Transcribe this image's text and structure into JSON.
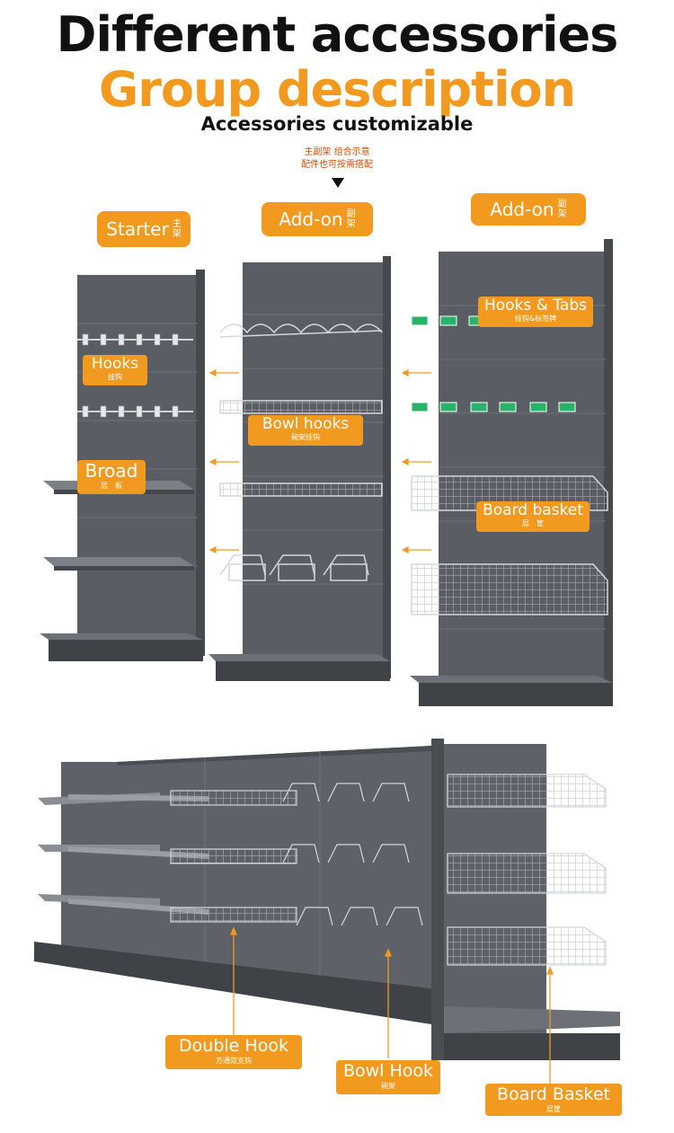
{
  "header": {
    "title_line1": "Different accessories",
    "title_line2": "Group description",
    "subtitle": "Accessories customizable",
    "note_line1": "主副架 组合示意",
    "note_line2": "配件也可按需搭配"
  },
  "top_labels": [
    {
      "text": "Starter",
      "cn1": "主",
      "cn2": "架"
    },
    {
      "text": "Add-on",
      "cn1": "副",
      "cn2": "架"
    },
    {
      "text": "Add-on",
      "cn1": "副",
      "cn2": "架"
    }
  ],
  "accessory_labels": {
    "hooks": {
      "en": "Hooks",
      "cn": "挂钩"
    },
    "broad": {
      "en": "Broad",
      "cn": "层　板"
    },
    "bowl_hooks": {
      "en": "Bowl hooks",
      "cn": "碗架挂钩"
    },
    "hooks_tabs": {
      "en": "Hooks & Tabs",
      "cn": "挂钩&标签牌"
    },
    "board_basket_top": {
      "en": "Board basket",
      "cn": "层　筐"
    }
  },
  "bottom_labels": {
    "double_hook": {
      "en": "Double Hook",
      "cn": "方通双支钩"
    },
    "bowl_hook": {
      "en": "Bowl Hook",
      "cn": "碗架"
    },
    "board_basket": {
      "en": "Board Basket",
      "cn": "层筐"
    }
  },
  "colors": {
    "accent": "#f29a1f",
    "shelf": "#55585f",
    "shelf_dark": "#3f4247",
    "wire": "#c9ccd0"
  }
}
